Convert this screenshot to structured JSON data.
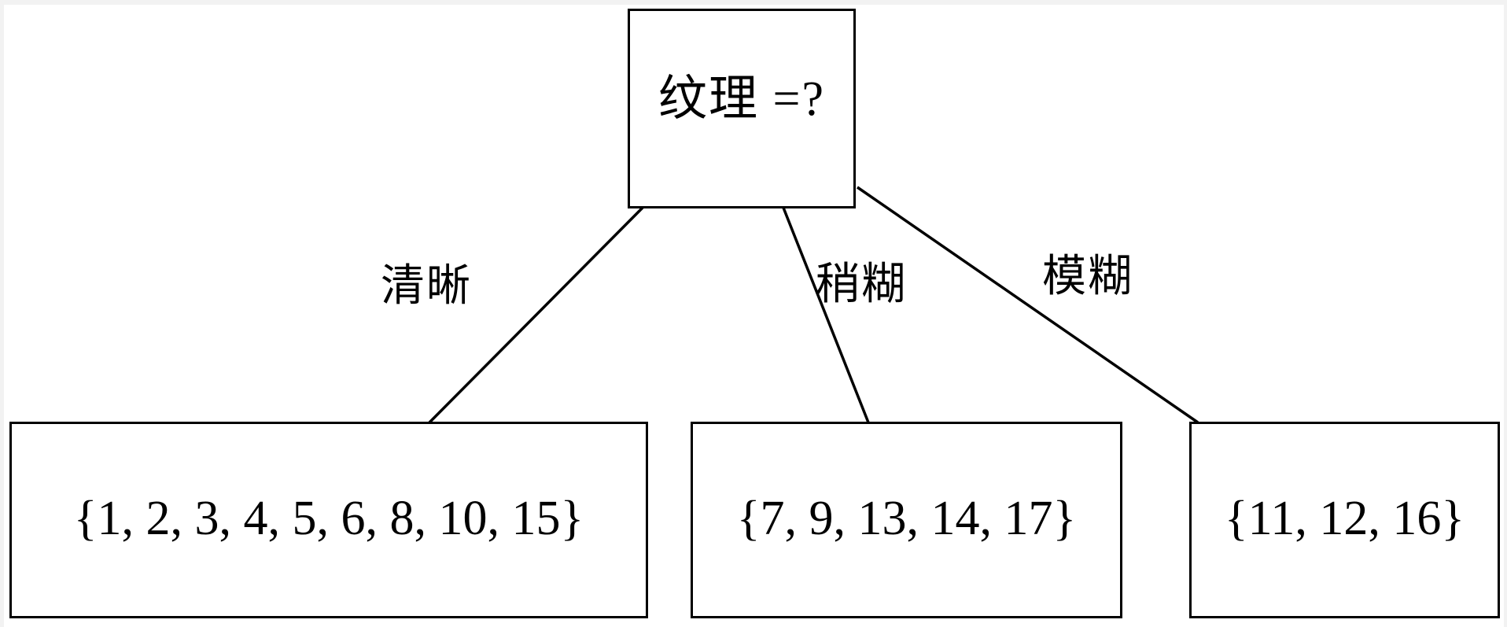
{
  "diagram": {
    "type": "decision-tree",
    "title_text": "纹理 =?",
    "background_color": "#ffffff",
    "margin_color": "#f2f2f2",
    "line_color": "#000000",
    "root": {
      "label": "纹理 =?",
      "attribute": "纹理",
      "question_mark": "?"
    },
    "branches": [
      {
        "label": "清晰",
        "meaning": "clear",
        "leaf": "{1, 2, 3, 4, 5, 6, 8, 10, 15}",
        "values": [
          1,
          2,
          3,
          4,
          5,
          6,
          8,
          10,
          15
        ]
      },
      {
        "label": "稍糊",
        "meaning": "slightly-blurry",
        "leaf": "{7, 9, 13, 14, 17}",
        "values": [
          7,
          9,
          13,
          14,
          17
        ]
      },
      {
        "label": "模糊",
        "meaning": "blurry",
        "leaf": "{11, 12, 16}",
        "values": [
          11,
          12,
          16
        ]
      }
    ]
  }
}
